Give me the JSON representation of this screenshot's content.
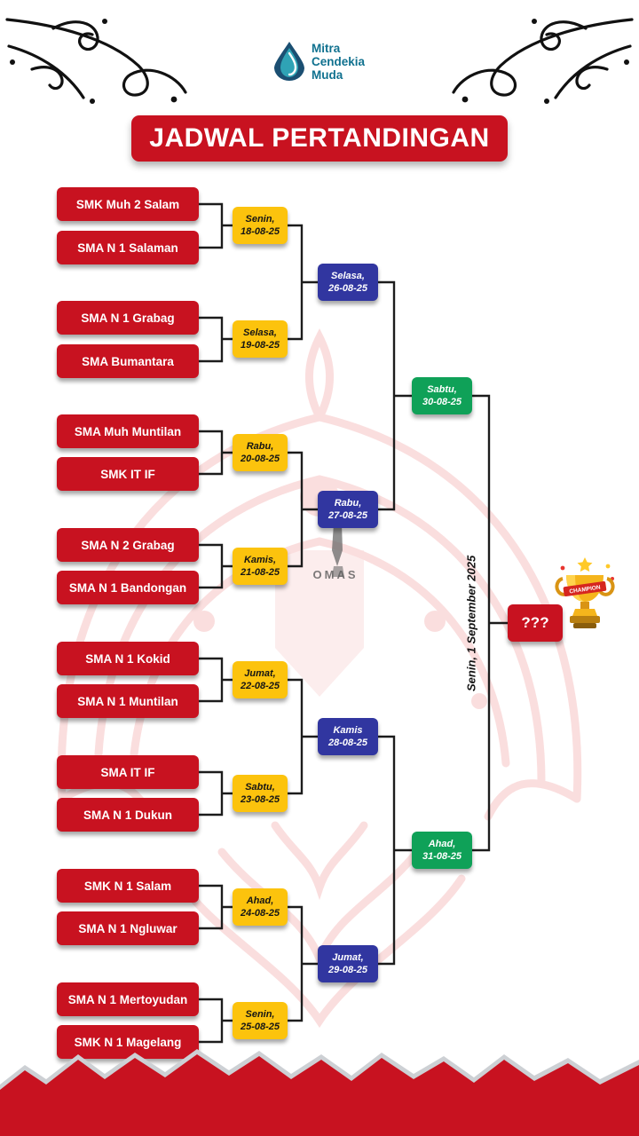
{
  "title": "JADWAL PERTANDINGAN",
  "logo": {
    "line1": "Mitra",
    "line2": "Cendekia",
    "line3": "Muda"
  },
  "bracket": {
    "round1": [
      {
        "team_a": "SMK Muh 2 Salam",
        "team_b": "SMA N 1 Salaman",
        "day": "Senin,",
        "date": "18-08-25"
      },
      {
        "team_a": "SMA N 1 Grabag",
        "team_b": "SMA Bumantara",
        "day": "Selasa,",
        "date": "19-08-25"
      },
      {
        "team_a": "SMA Muh Muntilan",
        "team_b": "SMK IT IF",
        "day": "Rabu,",
        "date": "20-08-25"
      },
      {
        "team_a": "SMA N 2 Grabag",
        "team_b": "SMA N 1 Bandongan",
        "day": "Kamis,",
        "date": "21-08-25"
      },
      {
        "team_a": "SMA N 1 Kokid",
        "team_b": "SMA N 1 Muntilan",
        "day": "Jumat,",
        "date": "22-08-25"
      },
      {
        "team_a": "SMA IT IF",
        "team_b": "SMA N 1 Dukun",
        "day": "Sabtu,",
        "date": "23-08-25"
      },
      {
        "team_a": "SMK N 1 Salam",
        "team_b": "SMA N 1 Ngluwar",
        "day": "Ahad,",
        "date": "24-08-25"
      },
      {
        "team_a": "SMA N 1 Mertoyudan",
        "team_b": "SMK N 1 Magelang",
        "day": "Senin,",
        "date": "25-08-25"
      }
    ],
    "quarterfinals": [
      {
        "day": "Selasa,",
        "date": "26-08-25"
      },
      {
        "day": "Rabu,",
        "date": "27-08-25"
      },
      {
        "day": "Kamis",
        "date": "28-08-25"
      },
      {
        "day": "Jumat,",
        "date": "29-08-25"
      }
    ],
    "semifinals": [
      {
        "day": "Sabtu,",
        "date": "30-08-25"
      },
      {
        "day": "Ahad,",
        "date": "31-08-25"
      }
    ],
    "final": {
      "date_label": "Senin, 1 September 2025",
      "champion_placeholder": "???",
      "trophy_ribbon": "CHAMPION"
    }
  },
  "watermark": {
    "text": "OMAS"
  },
  "colors": {
    "red": "#c81220",
    "yellow": "#fcc30d",
    "blue": "#3136a0",
    "green": "#0fa158",
    "teal": "#10718f"
  }
}
